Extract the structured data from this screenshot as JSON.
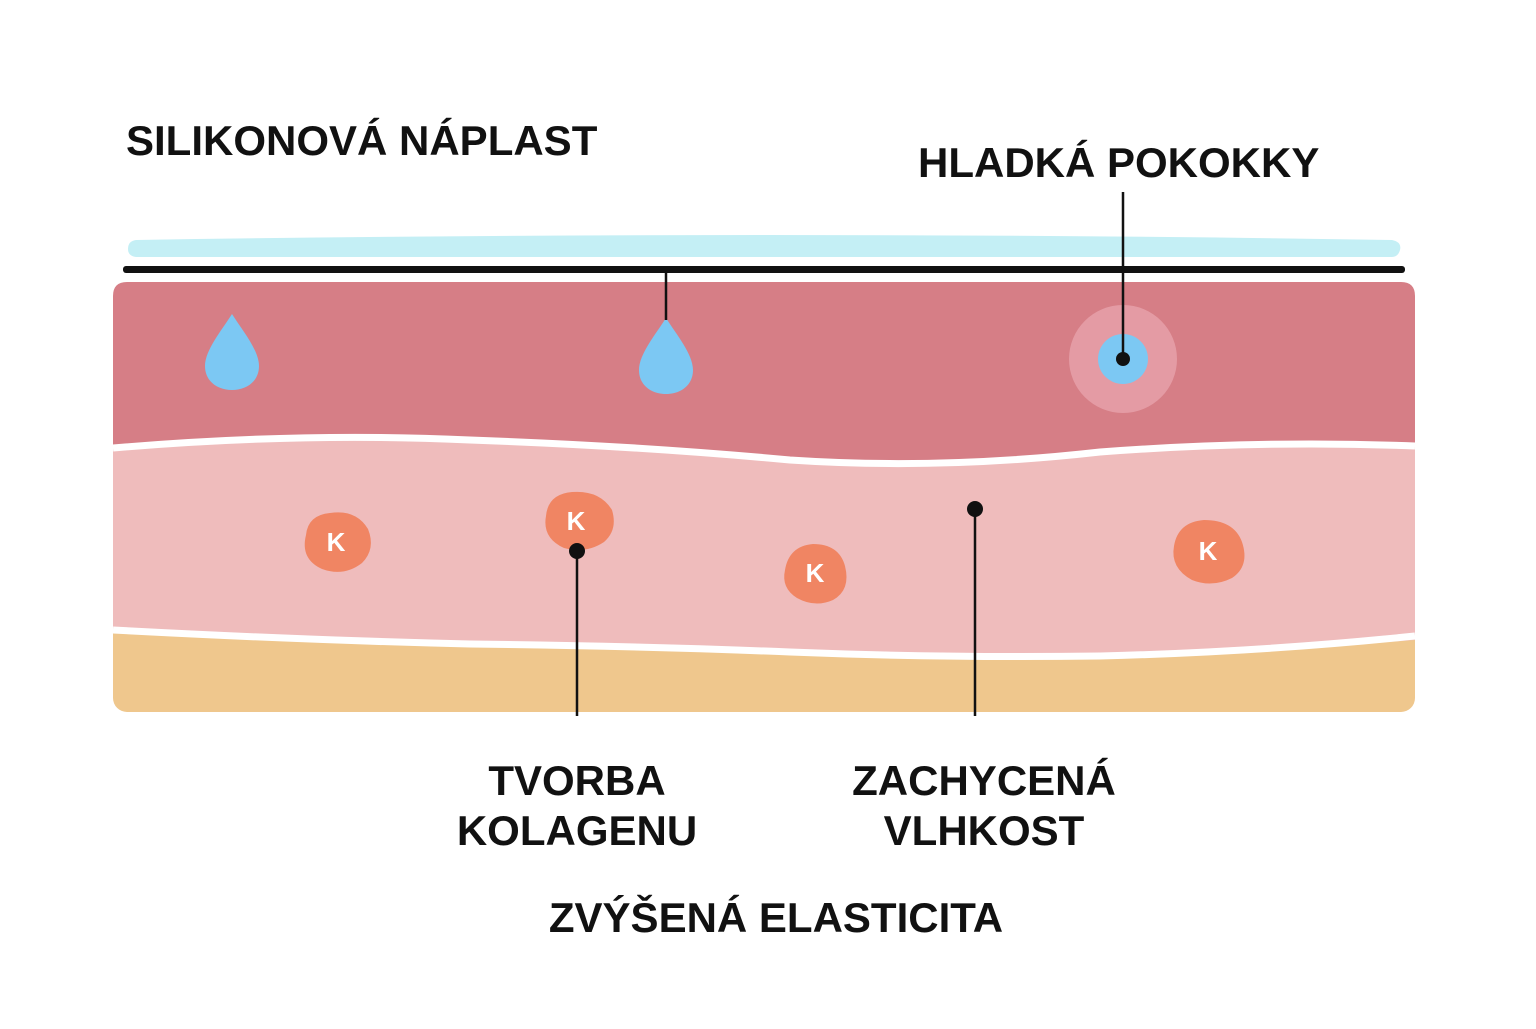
{
  "labels": {
    "patch": "SILIKONOVÁ NÁPLAST",
    "smooth_skin": "HLADKÁ POKOKKY",
    "collagen_line1": "TVORBA",
    "collagen_line2": "KOLAGENU",
    "moisture_line1": "ZACHYCENÁ",
    "moisture_line2": "VLHKOST",
    "elasticity": "ZVÝŠENÁ ELASTICITA"
  },
  "cell_letter": "K",
  "colors": {
    "patch": "#c4eff5",
    "film": "#111111",
    "epidermis": "#d67e86",
    "dermis": "#efbcbc",
    "subcutis": "#efc78d",
    "droplet": "#7cc8f3",
    "collagen_cell": "#f08563",
    "halo": "#eaa8b0",
    "pointer": "#111111"
  },
  "icons": [
    "water-drop-icon",
    "collagen-cell-icon",
    "pore-target-icon"
  ]
}
